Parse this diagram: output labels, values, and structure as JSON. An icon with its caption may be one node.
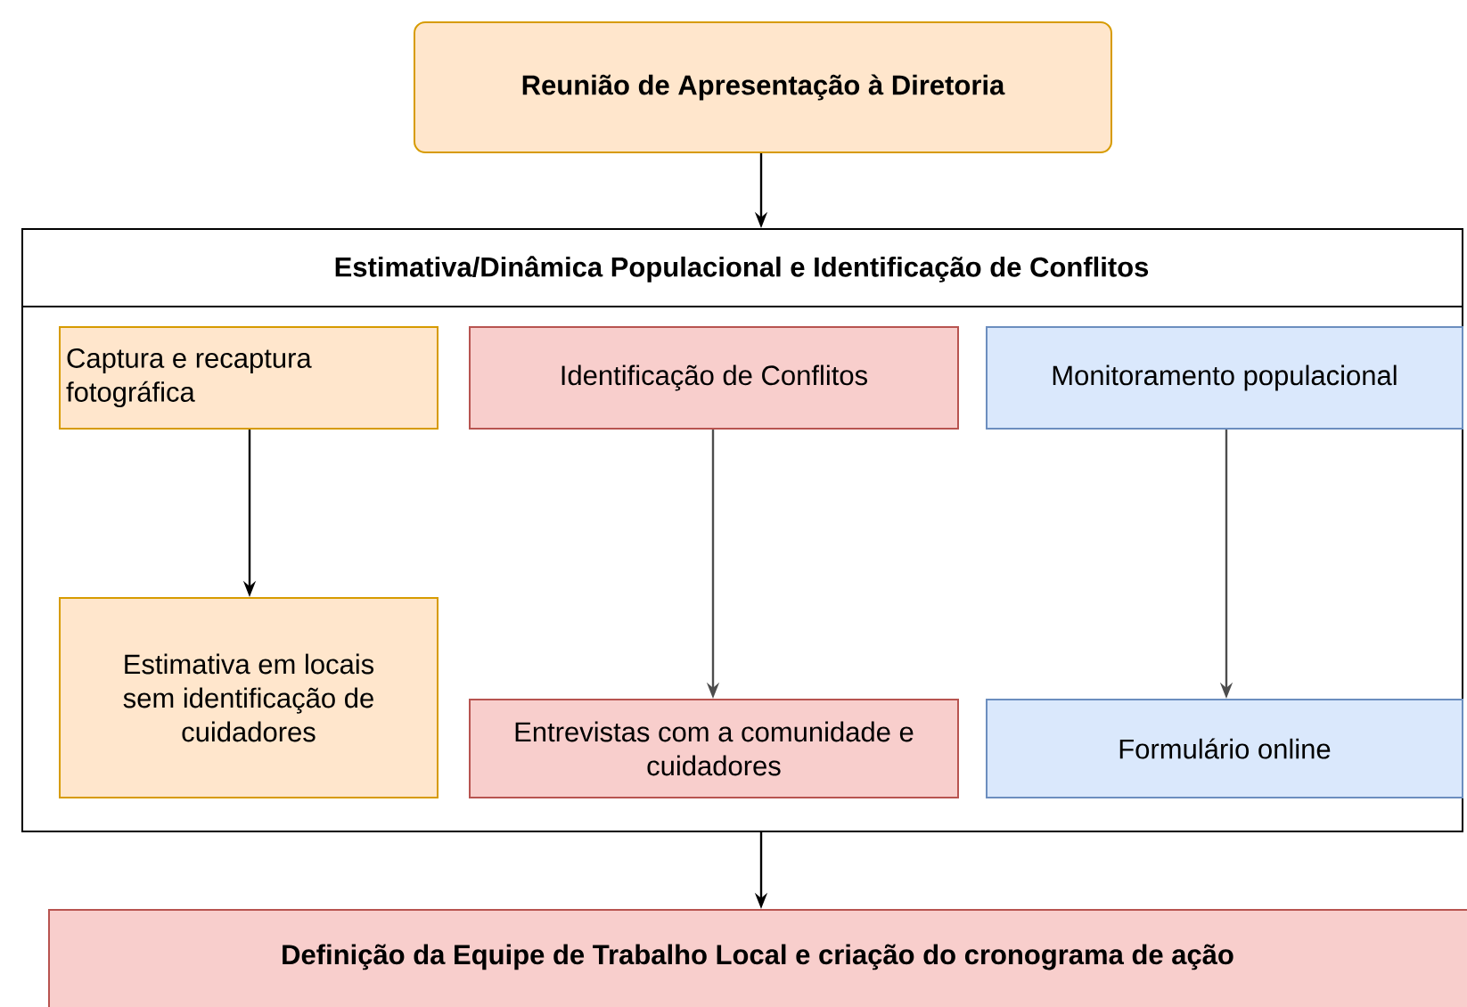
{
  "diagram": {
    "nodes": [
      {
        "text": [
          "Reunião de Apresentação à Diretoria"
        ]
      },
      {
        "text": [
          "Estimativa/Dinâmica Populacional e Identificação de Conflitos"
        ]
      },
      {
        "text": [
          "Captura e recaptura fotográfica"
        ],
        "in": 1
      },
      {
        "text": [
          "Identificação de Conflitos"
        ],
        "in": 1
      },
      {
        "text": [
          "Monitoramento populacional"
        ],
        "in": 1
      },
      {
        "text": [
          "Estimativa em locais sem identificação de cuidadores"
        ],
        "in": 1
      },
      {
        "text": [
          "Entrevistas com a comunidade e cuidadores"
        ],
        "in": 1
      },
      {
        "text": [
          "Formulário online"
        ],
        "in": 1
      },
      {
        "text": [
          "Definição da Equipe de Trabalho Local e criação do cronograma de ação"
        ]
      }
    ],
    "edges": [
      {
        "from": 0,
        "to": 1,
        "arrow": "to"
      },
      {
        "from": 2,
        "to": 5,
        "arrow": "to"
      },
      {
        "from": 3,
        "to": 6,
        "arrow": "to",
        "color": "#4d4d4d"
      },
      {
        "from": 4,
        "to": 7,
        "arrow": "to",
        "color": "#4d4d4d"
      },
      {
        "from": 1,
        "to": 8,
        "arrow": "to"
      }
    ]
  }
}
